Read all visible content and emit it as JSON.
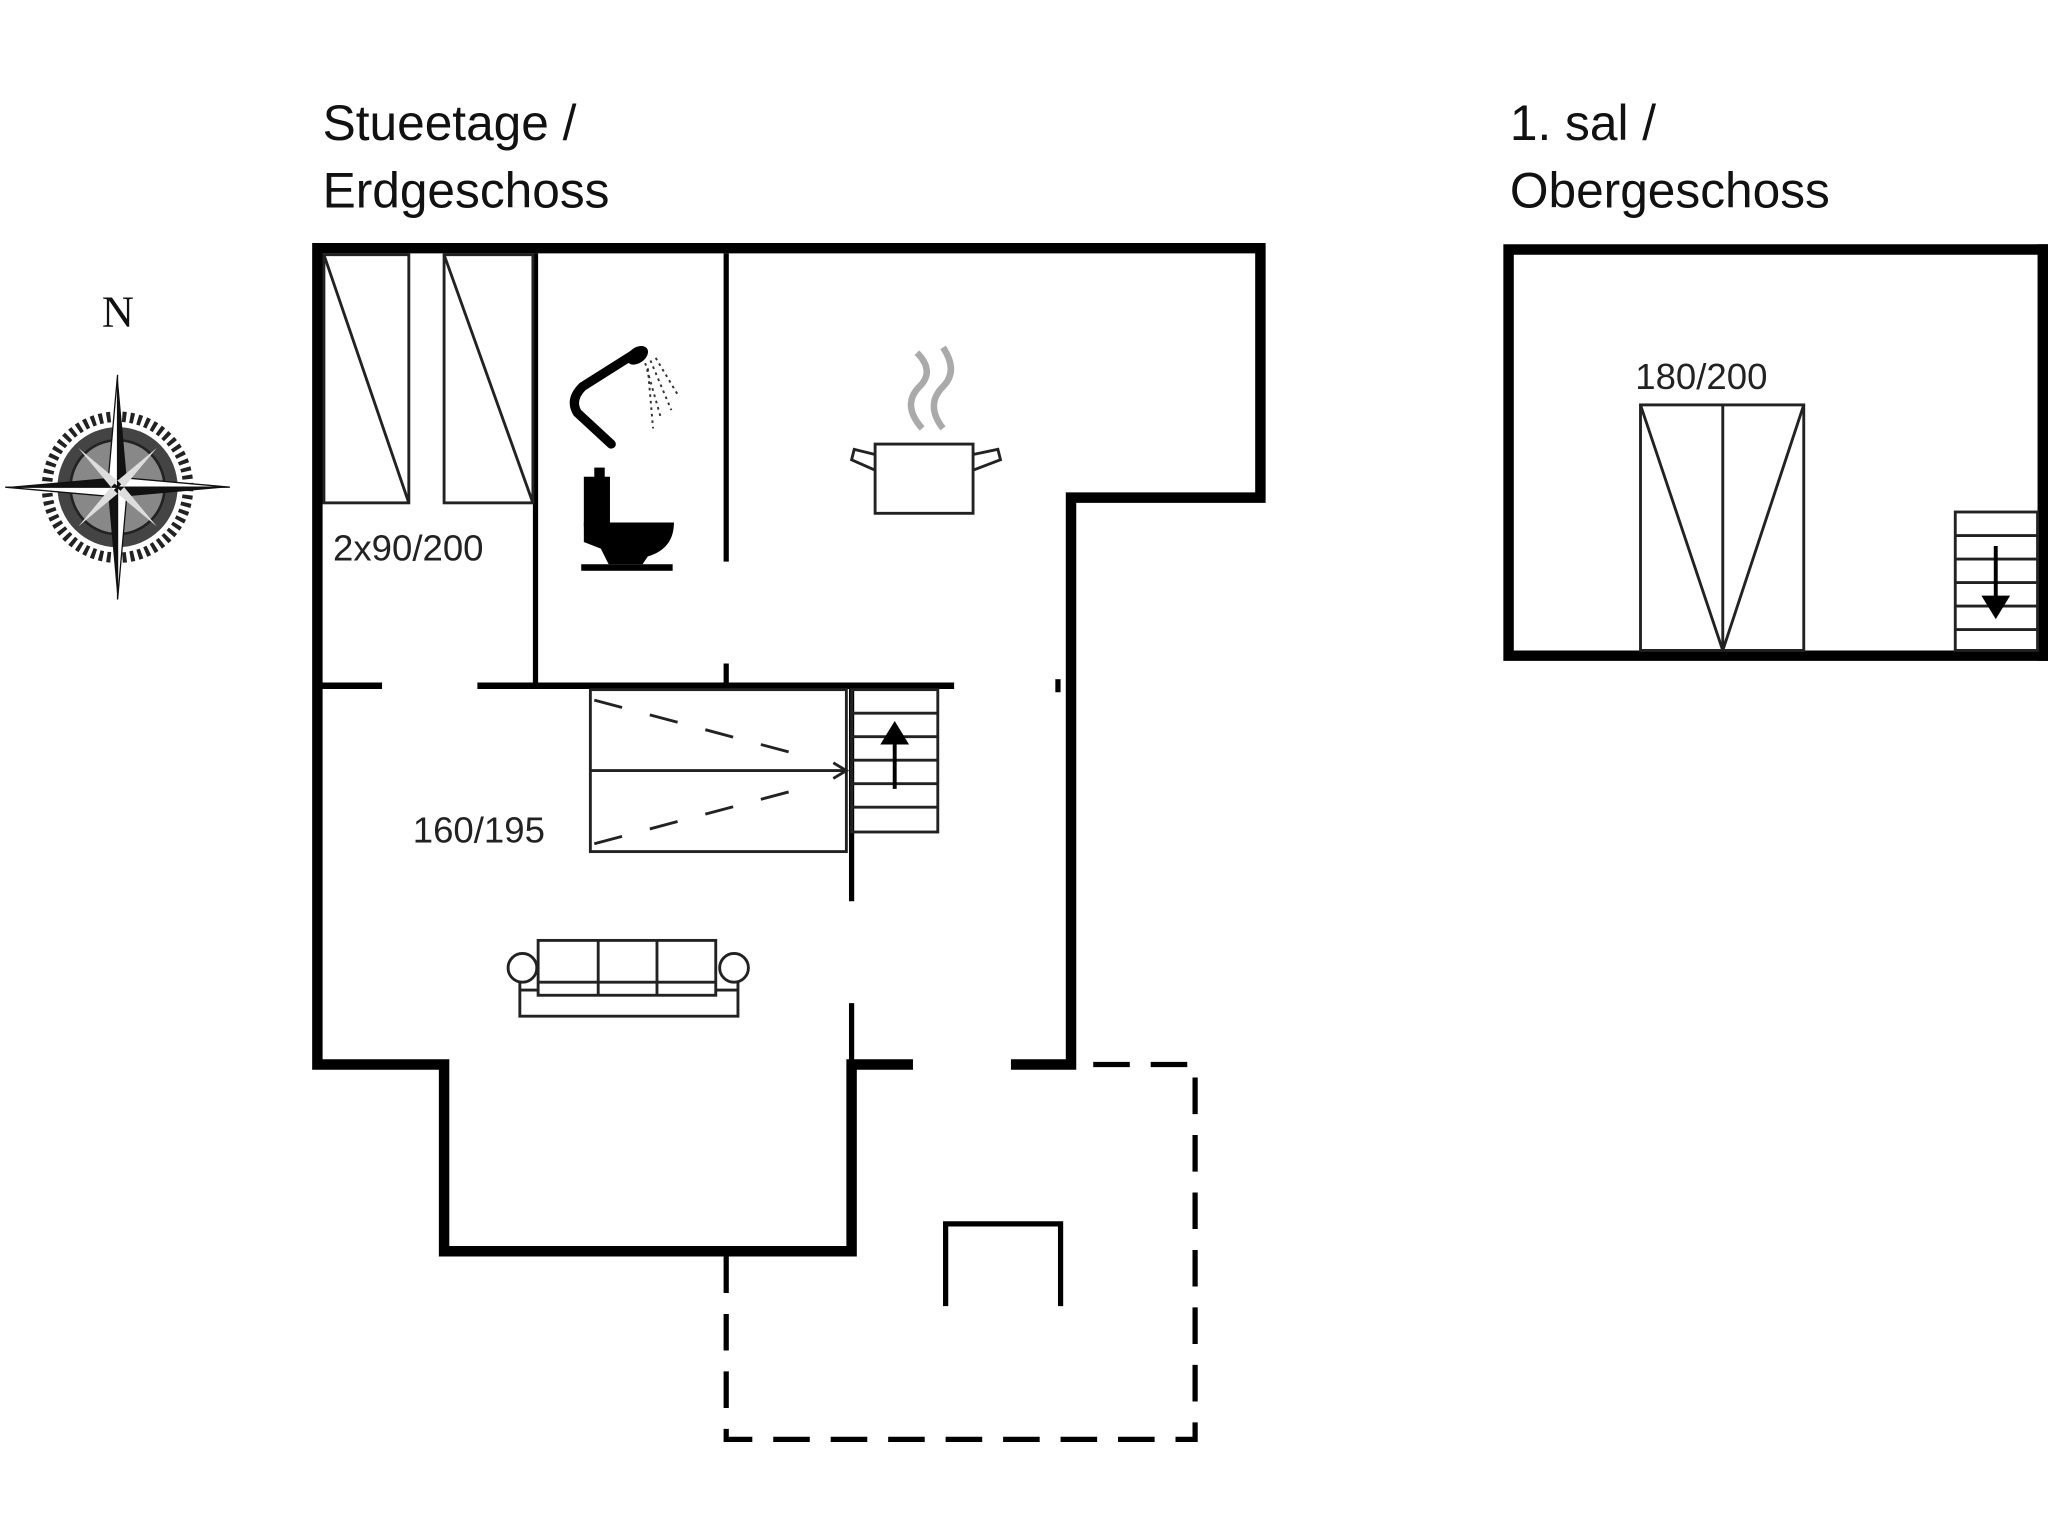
{
  "compass": {
    "label": "N",
    "icon": "compass-rose-icon"
  },
  "ground_floor": {
    "title_line1": "Stueetage /",
    "title_line2": "Erdgeschoss",
    "beds": [
      {
        "label": "2x90/200"
      },
      {
        "label": "160/195"
      }
    ],
    "icons": [
      "shower-icon",
      "toilet-icon",
      "cooking-pot-icon",
      "sofa-icon",
      "stairs-up-icon"
    ]
  },
  "upper_floor": {
    "title_line1": "1. sal /",
    "title_line2": "Obergeschoss",
    "beds": [
      {
        "label": "180/200"
      }
    ],
    "icons": [
      "stairs-down-icon"
    ]
  }
}
